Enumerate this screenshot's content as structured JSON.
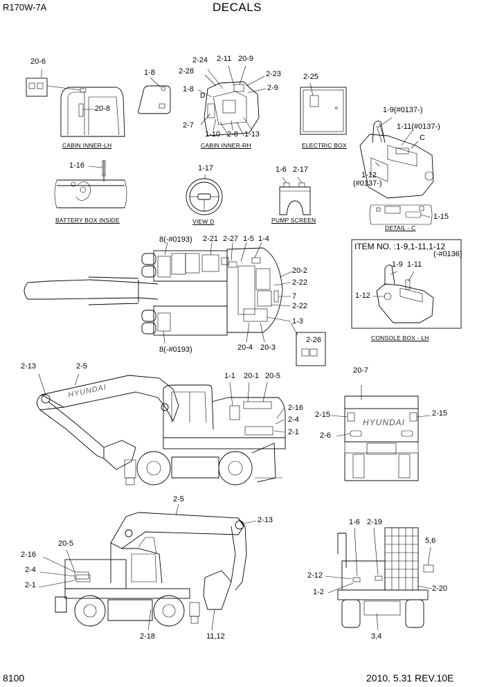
{
  "header": {
    "model": "R170W-7A",
    "title": "DECALS"
  },
  "footer": {
    "page": "8100",
    "date_rev": "2010. 5.31  REV.10E"
  },
  "captions": {
    "cabin_inner_lh": "CABIN INNER-LH",
    "cabin_inner_rh": "CABIN INNER-RH",
    "electric_box": "ELECTRIC BOX",
    "battery_box_inside": "BATTERY BOX INSIDE",
    "view_d": "VIEW D",
    "pump_screen": "PUMP SCREEN",
    "detail_c": "DETAIL - C",
    "console_box_lh": "CONSOLE BOX - LH"
  },
  "console_note": {
    "line1": "ITEM NO. :1-9,1-11,1-12",
    "line2": "(-#0136)"
  },
  "callouts": {
    "c20_6": "20-6",
    "c20_8": "20-8",
    "c1_8a": "1-8",
    "c2_24": "2-24",
    "c2_11": "2-11",
    "c20_9": "20-9",
    "c2_28": "2-28",
    "c2_23": "2-23",
    "c1_8b": "1-8",
    "c2_9": "2-9",
    "d": "D",
    "c2_7": "2-7",
    "c1_10": "1-10",
    "c2_8": "2-8",
    "c1_13": "1-13",
    "c2_25": "2-25",
    "c1_9_0137": "1-9(#0137-)",
    "c1_11_0137": "1-11(#0137-)",
    "c": "C",
    "c1_12": "1-12",
    "c0137": "(#0137-)",
    "c1_16": "1-16",
    "c1_17": "1-17",
    "c1_6a": "1-6",
    "c2_17": "2-17",
    "c1_15": "1-15",
    "c8_0193a": "8(-#0193)",
    "c2_21": "2-21",
    "c2_27": "2-27",
    "c1_5": "1-5",
    "c1_4": "1-4",
    "c20_2": "20-2",
    "c2_22a": "2-22",
    "c7": "7",
    "c2_22b": "2-22",
    "c1_3": "1-3",
    "c20_4": "20-4",
    "c20_3": "20-3",
    "c2_26": "2-26",
    "c8_0193b": "8(-#0193)",
    "c1_9": "1-9",
    "c1_11": "1-11",
    "c1_12b": "1-12",
    "c2_13a": "2-13",
    "c2_5a": "2-5",
    "c1_1": "1-1",
    "c20_1": "20-1",
    "c20_5a": "20-5",
    "c2_16a": "2-16",
    "c2_4a": "2-4",
    "c2_1a": "2-1",
    "c20_7": "20-7",
    "c2_15a": "2-15",
    "c2_15b": "2-15",
    "c2_6": "2-6",
    "c2_5b": "2-5",
    "c2_13b": "2-13",
    "c20_5b": "20-5",
    "c2_16b": "2-16",
    "c2_4b": "2-4",
    "c2_1b": "2-1",
    "c2_18": "2-18",
    "c11_12": "11,12",
    "c1_6b": "1-6",
    "c2_19": "2-19",
    "c5_6": "5,6",
    "c2_12": "2-12",
    "c1_2": "1-2",
    "c2_20": "2-20",
    "c3_4": "3,4"
  },
  "decal_text": {
    "boom_logo": "HYUNDAI",
    "rear_logo": "HYUNDAI"
  }
}
